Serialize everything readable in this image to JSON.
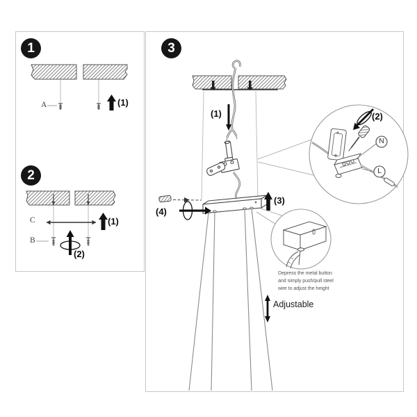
{
  "document_type": "pendant lamp installation instructions",
  "steps": {
    "step1": {
      "number": "1",
      "part_label": "A",
      "action_1": "(1)"
    },
    "step2": {
      "number": "2",
      "part_label_c": "C",
      "part_label_b": "B",
      "action_1": "(1)",
      "action_2": "(2)"
    },
    "step3": {
      "number": "3",
      "action_1": "(1)",
      "action_2": "(2)",
      "action_3": "(3)",
      "action_4": "(4)",
      "terminal_neutral": "N",
      "terminal_live": "L",
      "adjust_caption_line1": "Depress the metal button",
      "adjust_caption_line2": "and simply push/pull steel",
      "adjust_caption_line3": "wire to adjust the height",
      "adjustable_label": "Adjustable"
    }
  },
  "colors": {
    "background": "#ffffff",
    "panel_border": "#c7c7c7",
    "line_art": "#4a4a4a",
    "badge_bg": "#161616",
    "badge_text": "#ffffff",
    "arrow_black": "#111111",
    "caption_gray": "#555555"
  }
}
